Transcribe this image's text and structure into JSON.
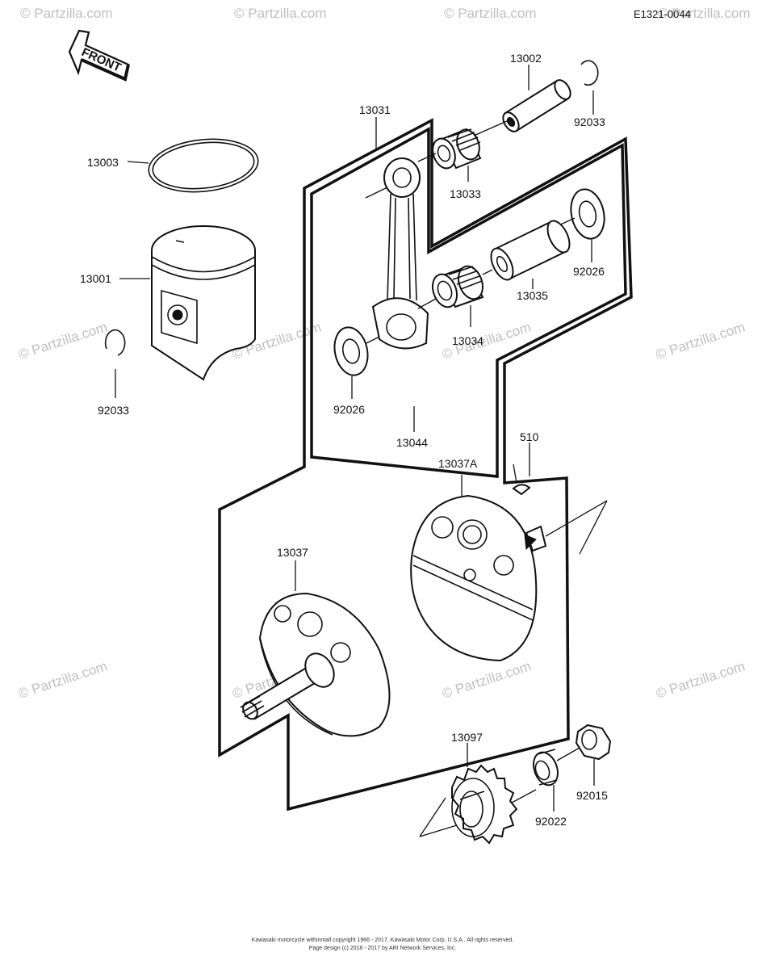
{
  "diagram_code": "E1321-0044",
  "front_label": "FRONT",
  "watermark": "© Partzilla.com",
  "parts": {
    "piston_ring": "13003",
    "piston": "13001",
    "circlip_left": "92033",
    "connecting_rod": "13031",
    "piston_pin": "13002",
    "circlip_right": "92033",
    "small_end_bearing": "13033",
    "thrust_washer_right": "92026",
    "crank_pin": "13035",
    "big_end_bearing": "13034",
    "thrust_washer_left": "92026",
    "crankshaft_assy": "13044",
    "key": "510",
    "crank_half_right": "13037A",
    "crank_half_left": "13037",
    "primary_gear": "13097",
    "washer": "92022",
    "nut": "92015"
  },
  "footer": {
    "line1": "Kawasaki motorcycle withinmall copyright 1966 - 2017, Kawasaki Motor Corp. U.S.A.. All rights reserved.",
    "line2": "Page design (c) 2018 - 2017 by ARI Network Services, Inc."
  }
}
